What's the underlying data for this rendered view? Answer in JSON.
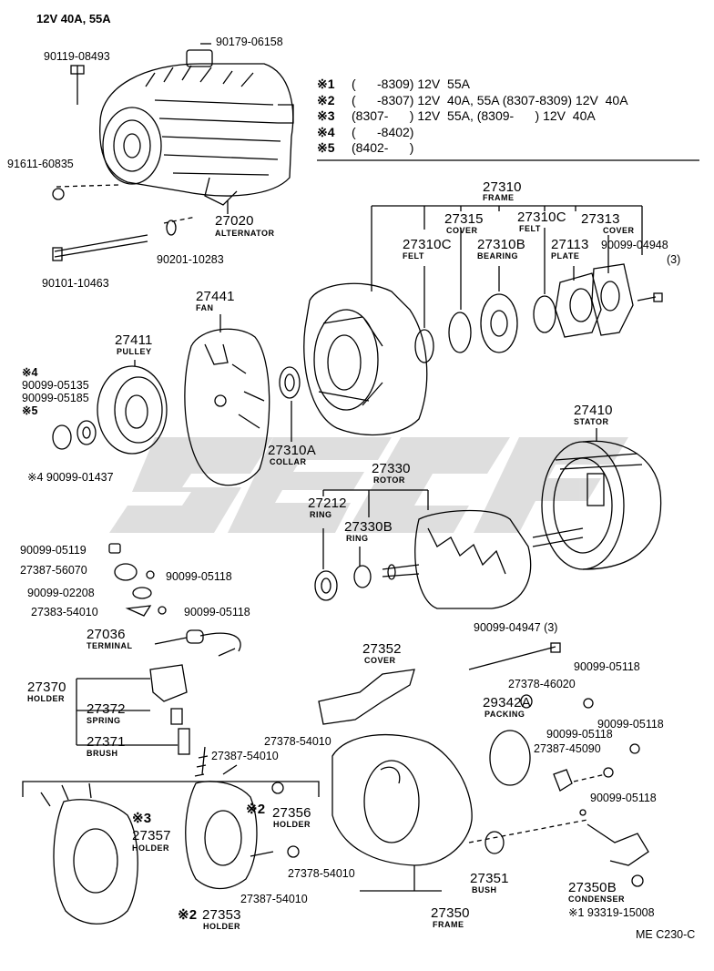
{
  "header": "12V 40A, 55A",
  "footer_code": "ME C230-C",
  "notes": [
    {
      "mark": "※1",
      "text": "(      -8309) 12V  55A"
    },
    {
      "mark": "※2",
      "text": "(      -8307) 12V  40A, 55A (8307-8309) 12V  40A"
    },
    {
      "mark": "※3",
      "text": "(8307-      ) 12V  55A, (8309-      ) 12V  40A"
    },
    {
      "mark": "※4",
      "text": "(      -8402)"
    },
    {
      "mark": "※5",
      "text": "(8402-      )"
    }
  ],
  "parts": {
    "p90119_08493": "90119-08493",
    "p90179_06158": "90179-06158",
    "p91611_60835": "91611-60835",
    "p27020": "27020",
    "p27020_name": "ALTERNATOR",
    "p90201_10283": "90201-10283",
    "p90101_10463": "90101-10463",
    "p27310": "27310",
    "p27310_name": "FRAME",
    "p27315": "27315",
    "p27315_name": "COVER",
    "p27310c_a": "27310C",
    "p27310c_a_name": "FELT",
    "p27313": "27313",
    "p27313_name": "COVER",
    "p27310c_b": "27310C",
    "p27310c_b_name": "FELT",
    "p27310b": "27310B",
    "p27310b_name": "BEARING",
    "p27113": "27113",
    "p27113_name": "PLATE",
    "p90099_04948": "90099-04948",
    "p90099_04948_qty": "(3)",
    "p27441": "27441",
    "p27441_name": "FAN",
    "p27411": "27411",
    "p27411_name": "PULLEY",
    "mark4_a": "※4",
    "p90099_05135": "90099-05135",
    "p90099_05185": "90099-05185",
    "mark5": "※5",
    "p90099_01437": "※4 90099-01437",
    "p27310a": "27310A",
    "p27310a_name": "COLLAR",
    "p27410": "27410",
    "p27410_name": "STATOR",
    "p27330": "27330",
    "p27330_name": "ROTOR",
    "p27212": "27212",
    "p27212_name": "RING",
    "p27330b": "27330B",
    "p27330b_name": "RING",
    "p90099_05119": "90099-05119",
    "p27387_56070": "27387-56070",
    "p90099_05118_a": "90099-05118",
    "p90099_02208": "90099-02208",
    "p27383_54010": "27383-54010",
    "p90099_05118_b": "90099-05118",
    "p27036": "27036",
    "p27036_name": "TERMINAL",
    "p27370": "27370",
    "p27370_name": "HOLDER",
    "p27372": "27372",
    "p27372_name": "SPRING",
    "p27371": "27371",
    "p27371_name": "BRUSH",
    "p27352": "27352",
    "p27352_name": "COVER",
    "p90099_04947": "90099-04947 (3)",
    "p90099_05118_c": "90099-05118",
    "p27378_46020": "27378-46020",
    "p29342a": "29342A",
    "p29342a_name": "PACKING",
    "p90099_05118_d": "90099-05118",
    "p90099_05118_e": "90099-05118",
    "p27378_54010_a": "27378-54010",
    "p27387_54010_a": "27387-54010",
    "p27387_45090": "27387-45090",
    "p90099_05118_f": "90099-05118",
    "mark3": "※3",
    "p27357": "27357",
    "p27357_name": "HOLDER",
    "mark2_a": "※2",
    "p27356": "27356",
    "p27356_name": "HOLDER",
    "p27378_54010_b": "27378-54010",
    "p27387_54010_b": "27387-54010",
    "mark2_b": "※2",
    "p27353": "27353",
    "p27353_name": "HOLDER",
    "p27351": "27351",
    "p27351_name": "BUSH",
    "p27350": "27350",
    "p27350_name": "FRAME",
    "p27350b": "27350B",
    "p27350b_name": "CONDENSER",
    "p93319_15008": "※1 93319-15008"
  }
}
